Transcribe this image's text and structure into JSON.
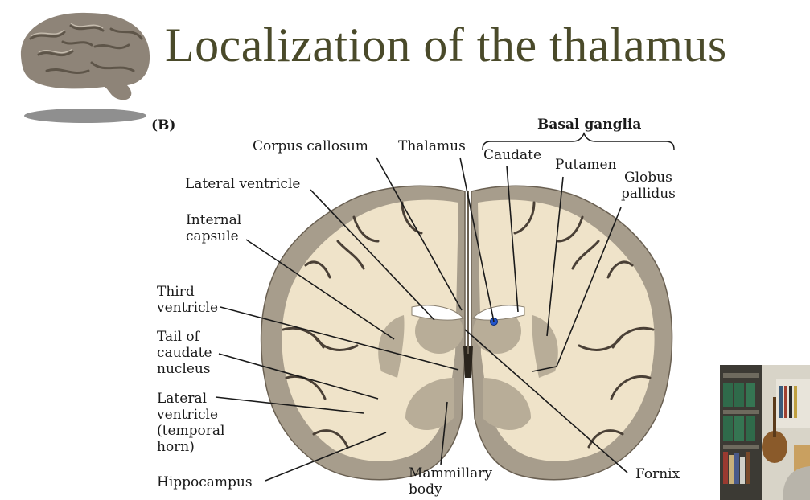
{
  "slide": {
    "title": "Localization of the thalamus",
    "panel_label": "(B)"
  },
  "labels": {
    "basal_ganglia": "Basal ganglia",
    "corpus_callosum": "Corpus callosum",
    "thalamus": "Thalamus",
    "caudate": "Caudate",
    "putamen": "Putamen",
    "globus_pallidus": [
      "Globus",
      "pallidus"
    ],
    "lateral_ventricle": "Lateral ventricle",
    "internal_capsule": [
      "Internal",
      "capsule"
    ],
    "third_ventricle": [
      "Third",
      "ventricle"
    ],
    "tail_of_caudate": [
      "Tail of",
      "caudate",
      "nucleus"
    ],
    "lateral_ventricle_temporal": [
      "Lateral",
      "ventricle",
      "(temporal",
      "horn)"
    ],
    "hippocampus": "Hippocampus",
    "mammillary_body": [
      "Mammillary",
      "body"
    ],
    "fornix": "Fornix"
  },
  "colors": {
    "title": "#4a4a2a",
    "white_matter": "#efe3c9",
    "gray_matter": "#a79d8c",
    "ventricle": "#ffffff",
    "marker": "#2255cc"
  },
  "icons": {
    "brain": "brain-icon",
    "webcam": "webcam-video-feed"
  }
}
